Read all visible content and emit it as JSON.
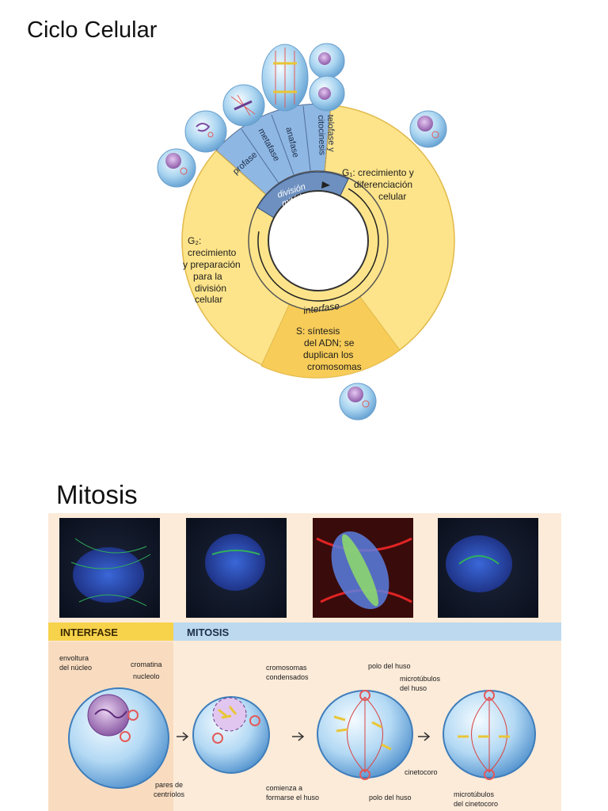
{
  "titles": {
    "cycle": "Ciclo Celular",
    "mitosis": "Mitosis"
  },
  "cell_cycle": {
    "g1": [
      "G₁: crecimiento y",
      "diferenciación",
      "celular"
    ],
    "g2": [
      "G₂:",
      "crecimiento",
      "y preparación",
      "para la",
      "división",
      "celular"
    ],
    "s": [
      "S: síntesis",
      "del ADN; se",
      "duplican los",
      "cromosomas"
    ],
    "interfase": "interfase",
    "division": [
      "división",
      "mitótica"
    ],
    "phases": [
      "profase",
      "metafase",
      "anafase",
      "telofase y",
      "citocinesis"
    ]
  },
  "mitosis_panel": {
    "bar_interfase": "INTERFASE",
    "bar_mitosis": "MITOSIS",
    "labels": {
      "envoltura": [
        "envoltura",
        "del núcleo"
      ],
      "cromatina": "cromatina",
      "nucleolo": "nucleolo",
      "centriolos": [
        "pares de",
        "centríolos"
      ],
      "cromosomas": [
        "cromosomas",
        "condensados"
      ],
      "huso": [
        "comienza a",
        "formarse el huso"
      ],
      "polo_top": "polo del huso",
      "microtubulos_huso": [
        "microtúbulos",
        "del huso"
      ],
      "cinetocoro": "cinetocoro",
      "polo_bottom": "polo del huso",
      "microtubulos_cinetocoro": [
        "microtúbulos",
        "del cinetocoro"
      ]
    }
  },
  "colors": {
    "yellow": "#fde48a",
    "yellow_dark": "#f7cc58",
    "blue_sector": "#8fb7e3",
    "blue_arrow": "#5f86ba",
    "bar_interfase": "#f7d24b",
    "bar_mitosis": "#bcd9ef",
    "panel_bg": "#fcebd9"
  }
}
